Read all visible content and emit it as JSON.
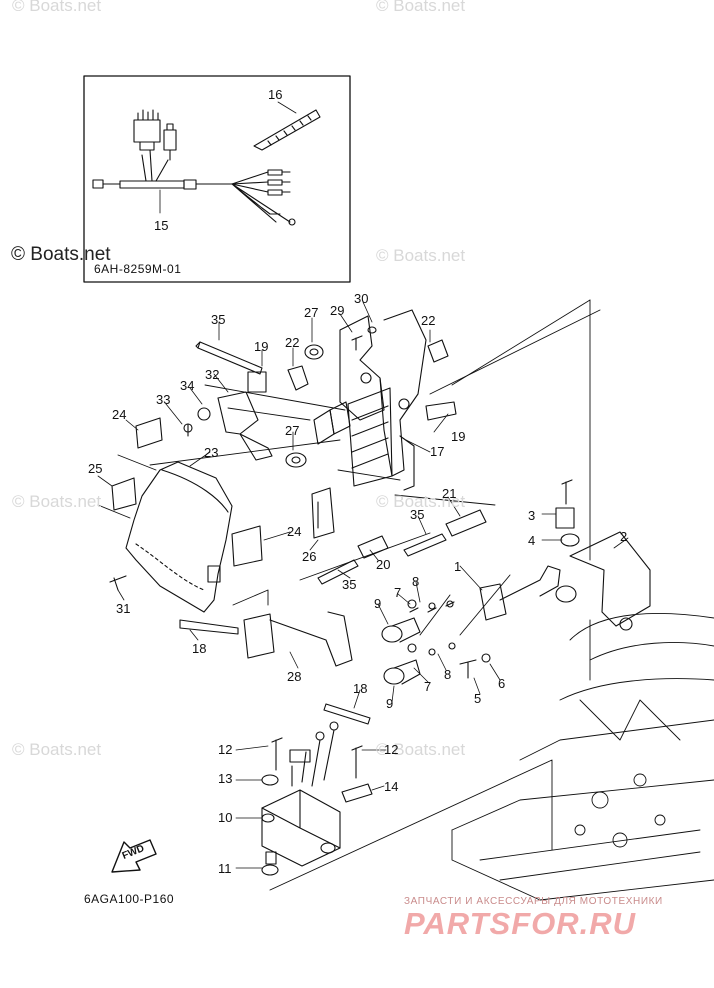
{
  "watermarks": {
    "text": "© Boats.net",
    "dark": "© Boats.net"
  },
  "inset": {
    "code": "6AH-8259M-01",
    "labels": [
      "16",
      "15"
    ]
  },
  "part_labels": [
    "35",
    "19",
    "27",
    "29",
    "30",
    "22",
    "22",
    "32",
    "34",
    "33",
    "24",
    "23",
    "27",
    "19",
    "17",
    "25",
    "21",
    "35",
    "3",
    "4",
    "2",
    "24",
    "26",
    "20",
    "35",
    "31",
    "1",
    "7",
    "8",
    "9",
    "18",
    "28",
    "8",
    "7",
    "9",
    "5",
    "6",
    "18",
    "12",
    "12",
    "13",
    "14",
    "10",
    "11"
  ],
  "direction_label": "FWD",
  "diagram_code": "6AGA100-P160",
  "promo": {
    "tagline": "ЗАПЧАСТИ И АКСЕССУАРЫ ДЛЯ МОТОТЕХНИКИ",
    "logo": "PARTSFOR.RU"
  }
}
